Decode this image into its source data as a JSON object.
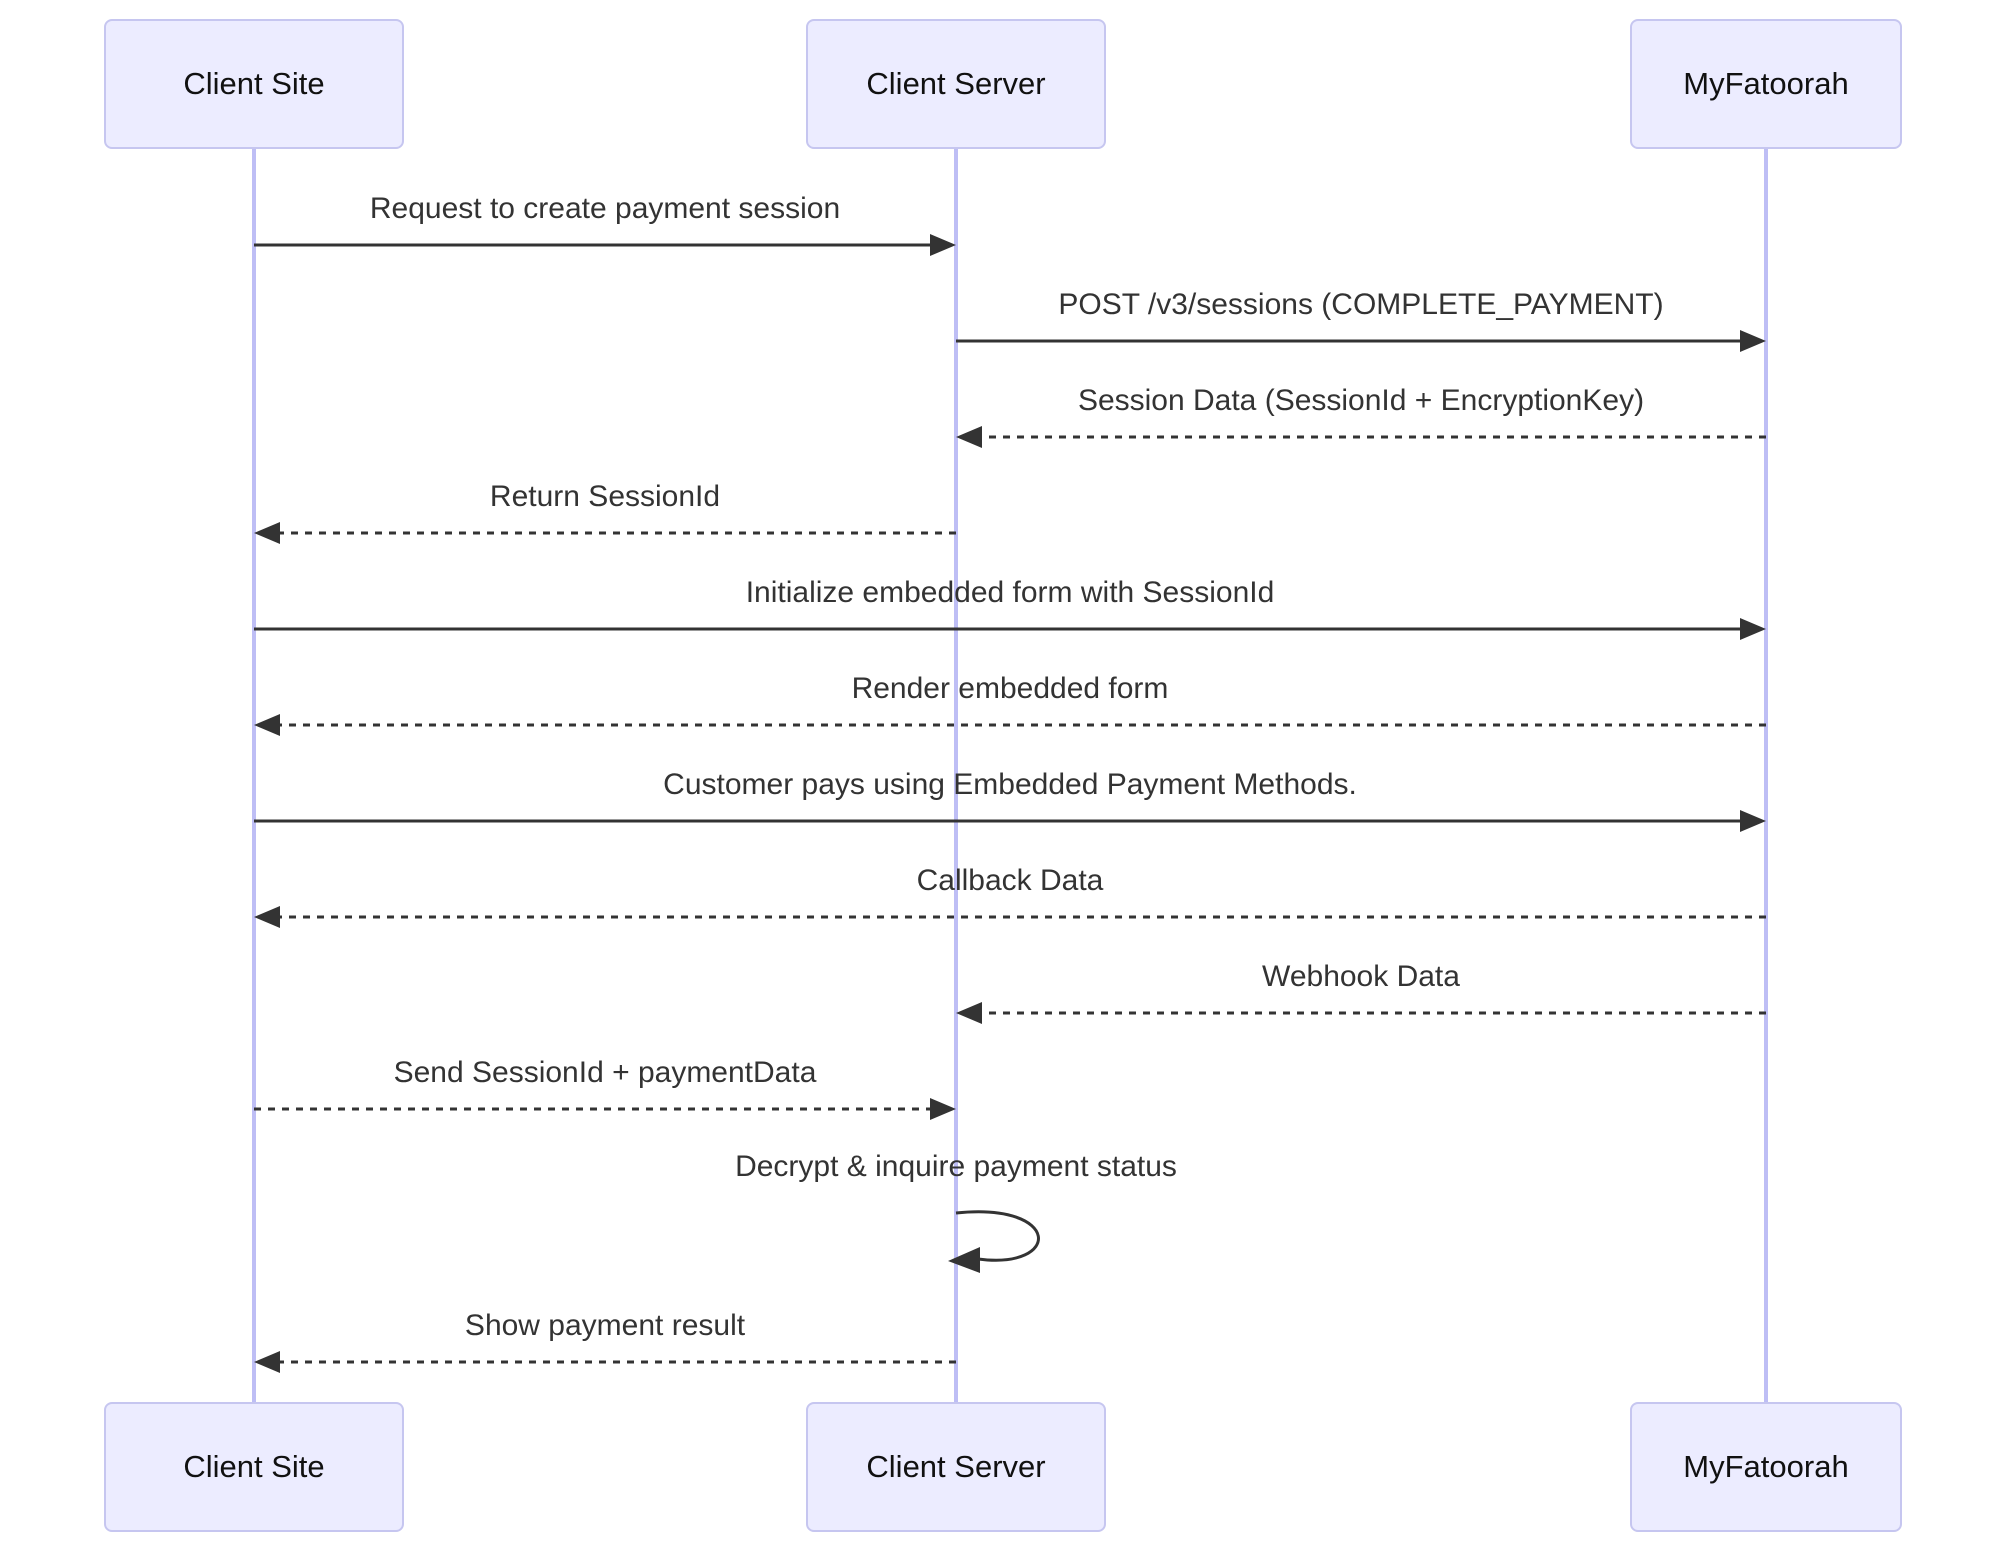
{
  "diagram": {
    "type": "sequence",
    "background": "#ffffff",
    "colors": {
      "actor_fill": "#ECECFF",
      "actor_border": "#C6C6F0",
      "lifeline": "#BEBEF5",
      "message_line": "#333333",
      "message_text": "#333333",
      "actor_text": "#111111"
    },
    "actors": [
      {
        "id": "client-site",
        "label": "Client Site"
      },
      {
        "id": "client-server",
        "label": "Client Server"
      },
      {
        "id": "myfatoorah",
        "label": "MyFatoorah"
      }
    ],
    "messages": [
      {
        "text": "Request to create payment session",
        "from": "client-site",
        "to": "client-server",
        "line": "solid"
      },
      {
        "text": "POST /v3/sessions (COMPLETE_PAYMENT)",
        "from": "client-server",
        "to": "myfatoorah",
        "line": "solid"
      },
      {
        "text": "Session Data (SessionId + EncryptionKey)",
        "from": "myfatoorah",
        "to": "client-server",
        "line": "dashed"
      },
      {
        "text": "Return SessionId",
        "from": "client-server",
        "to": "client-site",
        "line": "dashed"
      },
      {
        "text": "Initialize embedded form with SessionId",
        "from": "client-site",
        "to": "myfatoorah",
        "line": "solid"
      },
      {
        "text": "Render embedded form",
        "from": "myfatoorah",
        "to": "client-site",
        "line": "dashed"
      },
      {
        "text": "Customer pays using Embedded Payment Methods.",
        "from": "client-site",
        "to": "myfatoorah",
        "line": "solid"
      },
      {
        "text": "Callback Data",
        "from": "myfatoorah",
        "to": "client-site",
        "line": "dashed"
      },
      {
        "text": "Webhook Data",
        "from": "myfatoorah",
        "to": "client-server",
        "line": "dashed"
      },
      {
        "text": "Send SessionId + paymentData",
        "from": "client-site",
        "to": "client-server",
        "line": "dashed"
      },
      {
        "text": "Decrypt & inquire payment status",
        "from": "client-server",
        "to": "client-server",
        "line": "solid",
        "self": true
      },
      {
        "text": "Show payment result",
        "from": "client-server",
        "to": "client-site",
        "line": "dashed"
      }
    ]
  }
}
